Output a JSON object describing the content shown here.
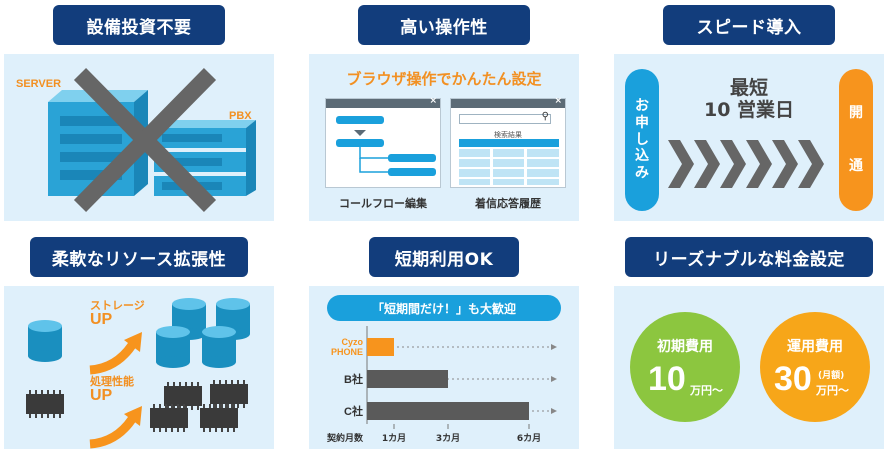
{
  "colors": {
    "pill_bg": "#123d7c",
    "panel_bg": "#dff0fb",
    "accent_blue": "#1aa0dc",
    "accent_orange": "#f7941d",
    "accent_green": "#8cc63f",
    "gray_bar": "#5a5a5a"
  },
  "cards": {
    "equipment": {
      "title": "設備投資不要",
      "server_label": "SERVER",
      "pbx_label": "PBX",
      "cross_icon": "cross-icon"
    },
    "usability": {
      "title": "高い操作性",
      "banner": "ブラウザ操作でかんたん設定",
      "window1_caption": "コールフロー編集",
      "window2_caption": "着信応答履歴",
      "window2_table_header": "検索結果",
      "search_icon": "search-icon"
    },
    "speed": {
      "title": "スピード導入",
      "left_pill_chars": [
        "お",
        "申",
        "し",
        "込",
        "み"
      ],
      "right_pill_chars": [
        "開",
        "通"
      ],
      "headline_line1": "最短",
      "headline_line2": "10 営業日"
    },
    "scalability": {
      "title": "柔軟なリソース拡張性",
      "storage_label_line1": "ストレージ",
      "storage_label_line2": "UP",
      "cpu_label_line1": "処理性能",
      "cpu_label_line2": "UP"
    },
    "short_term": {
      "title": "短期利用OK",
      "chart_banner": "「短期間だけ！」も大歓迎"
    },
    "pricing": {
      "title": "リーズナブルな料金設定",
      "initial_title": "初期費用",
      "initial_amount": "10",
      "initial_unit": "万円～",
      "running_title": "運用費用",
      "running_amount": "30",
      "running_monthly": "(月額)",
      "running_unit": "万円～"
    }
  },
  "chart_data": {
    "type": "bar",
    "orientation": "horizontal",
    "categories": [
      "Cyzo PHONE",
      "B社",
      "C社"
    ],
    "values": [
      1,
      3,
      6
    ],
    "bar_colors": [
      "#f7941d",
      "#5a5a5a",
      "#5a5a5a"
    ],
    "category_lines": [
      [
        "Cyzo",
        "PHONE"
      ],
      [
        "B社"
      ],
      [
        "C社"
      ]
    ],
    "xlabel": "契約月数",
    "ticks": [
      {
        "value": 1,
        "label": "1カ月"
      },
      {
        "value": 3,
        "label": "3カ月"
      },
      {
        "value": 6,
        "label": "6カ月"
      }
    ],
    "xlim": [
      0,
      6
    ],
    "grid": false
  }
}
